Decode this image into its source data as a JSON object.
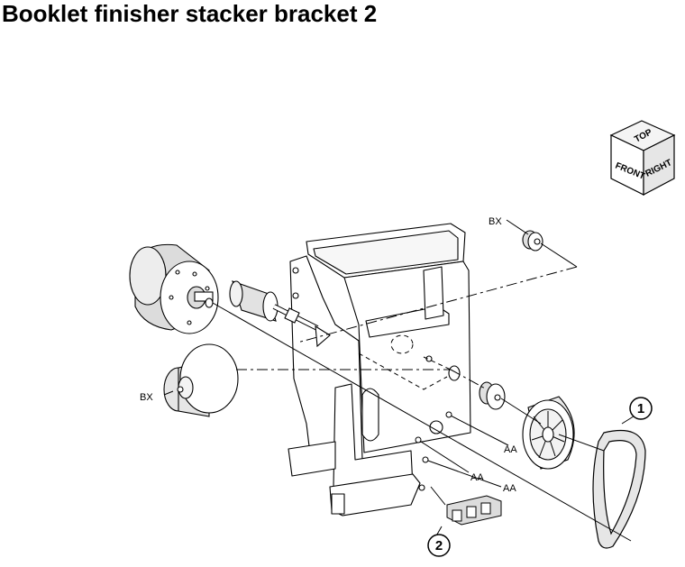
{
  "title": "Booklet finisher stacker bracket 2",
  "orientation_cube": {
    "top": "TOP",
    "front": "FRONT",
    "right": "RIGHT"
  },
  "labels": {
    "bx_top": "BX",
    "bx_left": "BX",
    "aa_1": "AA",
    "aa_2": "AA",
    "aa_3": "AA"
  },
  "callouts": [
    {
      "number": "1",
      "part": "belt"
    },
    {
      "number": "2",
      "part": "connector"
    }
  ],
  "colors": {
    "line": "#000000",
    "shade": "#dcdcdc",
    "light": "#f2f2f2",
    "background": "#ffffff"
  }
}
